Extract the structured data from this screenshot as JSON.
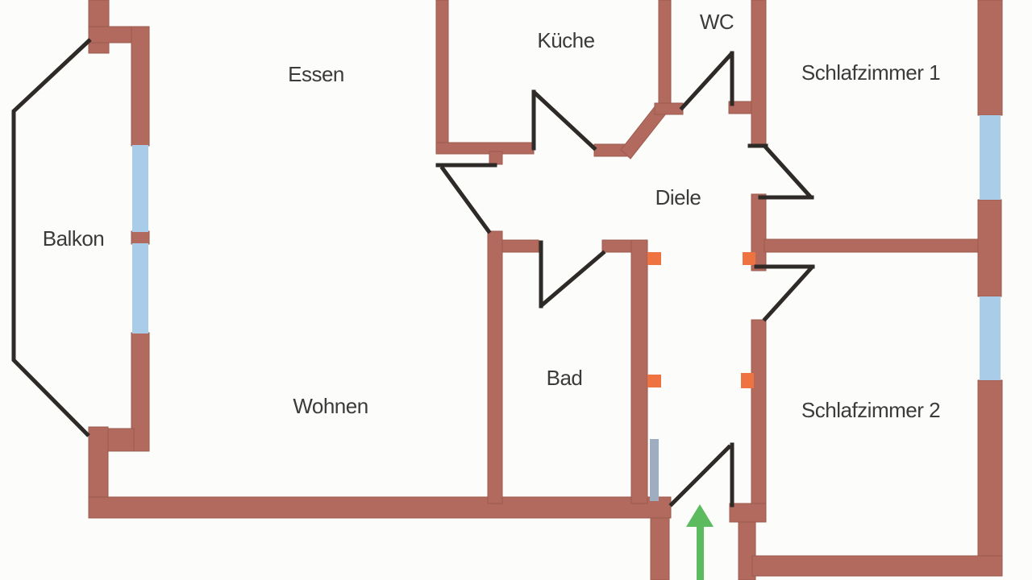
{
  "document": {
    "type": "floor-plan",
    "language": "de"
  },
  "rooms": [
    {
      "id": "essen",
      "label": "Essen"
    },
    {
      "id": "kueche",
      "label": "Küche"
    },
    {
      "id": "wc",
      "label": "WC"
    },
    {
      "id": "schlafzimmer1",
      "label": "Schlafzimmer 1"
    },
    {
      "id": "balkon",
      "label": "Balkon"
    },
    {
      "id": "diele",
      "label": "Diele"
    },
    {
      "id": "bad",
      "label": "Bad"
    },
    {
      "id": "wohnen",
      "label": "Wohnen"
    },
    {
      "id": "schlafzimmer2",
      "label": "Schlafzimmer 2"
    }
  ],
  "icons": {
    "entrance_arrow": "arrow-up"
  },
  "colors": {
    "background": "#fcfcfb",
    "wall": "#b2695e",
    "wall_edge": "#9c5a4e",
    "window": "#a9cce9",
    "door_line": "#2d2a27",
    "marker": "#ef7340",
    "glass_panel": "#9fadc0",
    "entrance_arrow": "#5bbb5e",
    "label_text": "#3b3b39"
  }
}
